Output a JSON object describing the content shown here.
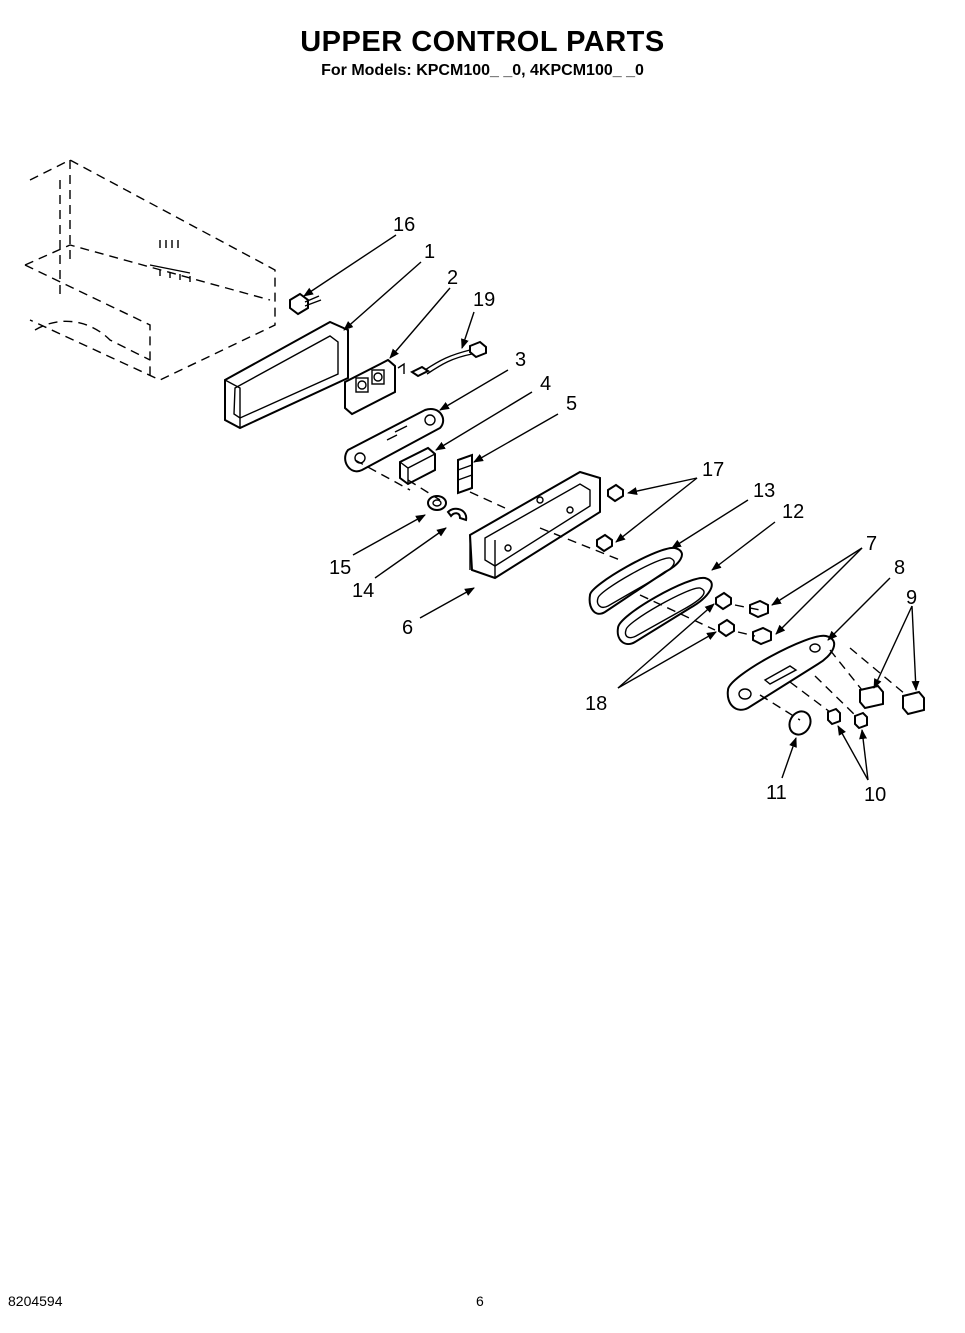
{
  "header": {
    "title": "UPPER CONTROL PARTS",
    "subtitle": "For Models: KPCM100_ _0, 4KPCM100_ _0"
  },
  "footer": {
    "doc_number": "8204594",
    "page_number": "6"
  },
  "callouts": [
    "16",
    "1",
    "2",
    "19",
    "3",
    "4",
    "5",
    "17",
    "13",
    "12",
    "15",
    "14",
    "6",
    "7",
    "8",
    "9",
    "18",
    "11",
    "10"
  ]
}
